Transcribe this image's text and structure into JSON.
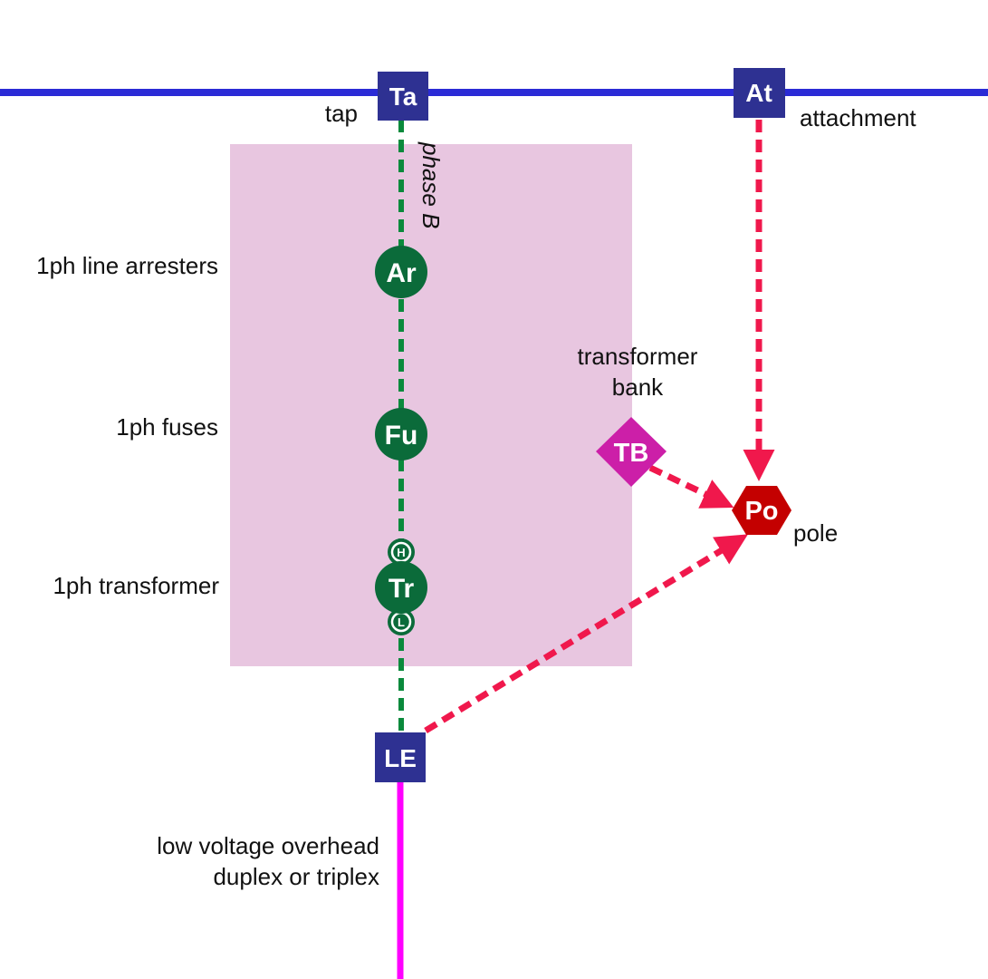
{
  "colors": {
    "bus": "#2b2bd6",
    "bus_node": "#2e3192",
    "phase": "#0a8a3c",
    "device": "#0b6b3a",
    "group_box": "#e8c6e0",
    "bank": "#cc1fa8",
    "pole": "#c40000",
    "association": "#f0184c",
    "lv_line": "#ff00ff"
  },
  "nodes": {
    "tap": {
      "code": "Ta",
      "label": "tap",
      "shape": "square"
    },
    "attachment": {
      "code": "At",
      "label": "attachment",
      "shape": "square"
    },
    "arrester": {
      "code": "Ar",
      "label": "1ph line arresters",
      "shape": "circle"
    },
    "fuse": {
      "code": "Fu",
      "label": "1ph fuses",
      "shape": "circle"
    },
    "transformer": {
      "code": "Tr",
      "label": "1ph transformer",
      "shape": "circle",
      "high_terminal": "H",
      "low_terminal": "L"
    },
    "bank": {
      "code": "TB",
      "label_line1": "transformer",
      "label_line2": "bank",
      "shape": "diamond"
    },
    "pole": {
      "code": "Po",
      "label": "pole",
      "shape": "hexagon"
    },
    "line_end": {
      "code": "LE",
      "shape": "square"
    }
  },
  "phase_label": "phase B",
  "lv_label_line1": "low voltage overhead",
  "lv_label_line2": "duplex or triplex"
}
